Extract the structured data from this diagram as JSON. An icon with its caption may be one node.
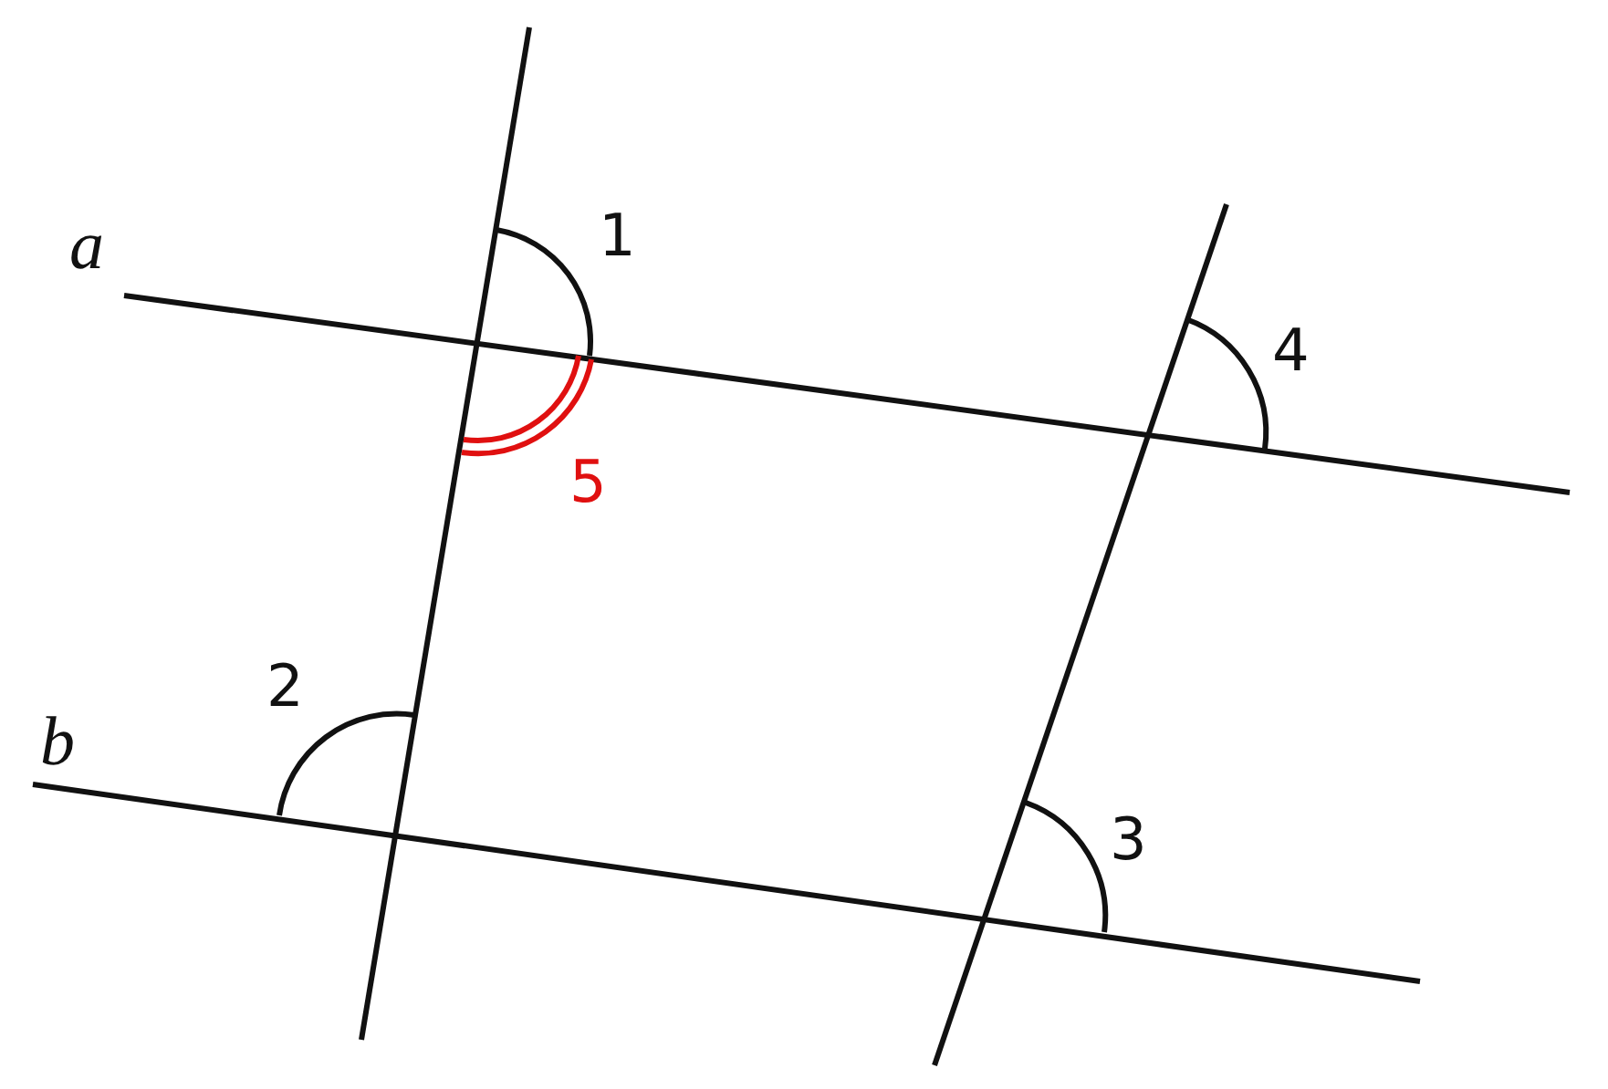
{
  "diagram": {
    "labels": [
      "1",
      "a",
      "4",
      "5",
      "2",
      "b",
      "3"
    ]
  }
}
